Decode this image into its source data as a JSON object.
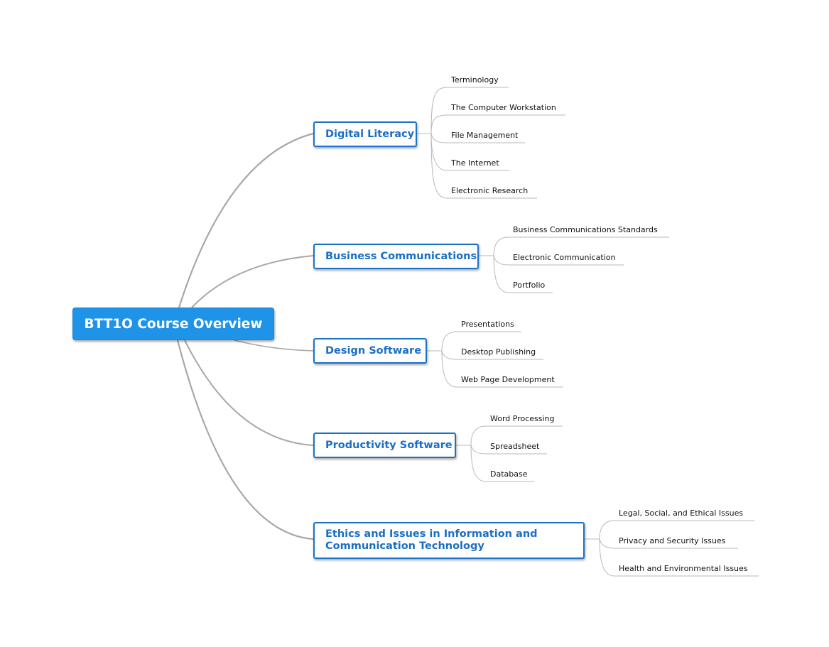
{
  "central_topic": {
    "label": "BTT1O Course Overview"
  },
  "topics": [
    {
      "name": "digital-literacy",
      "label": "Digital Literacy",
      "subtopics": [
        "Terminology",
        "The Computer Workstation",
        "File Management",
        "The Internet",
        "Electronic Research"
      ]
    },
    {
      "name": "business-communications",
      "label": "Business Communications",
      "subtopics": [
        "Business Communications Standards",
        "Electronic Communication",
        "Portfolio"
      ]
    },
    {
      "name": "design-software",
      "label": "Design Software",
      "subtopics": [
        "Presentations",
        "Desktop Publishing",
        "Web Page Development"
      ]
    },
    {
      "name": "productivity-software",
      "label": "Productivity Software",
      "subtopics": [
        "Word Processing",
        "Spreadsheet",
        "Database"
      ]
    },
    {
      "name": "ethics-and-issues",
      "label_lines": [
        "Ethics and Issues in Information and",
        "Communication Technology"
      ],
      "subtopics": [
        "Legal, Social, and Ethical Issues",
        "Privacy and Security Issues",
        "Health and Environmental Issues"
      ]
    }
  ],
  "colors": {
    "central_fill": "#1f93e8",
    "branch_border": "#1a73c9",
    "branch_text": "#1a6fc4",
    "connector": "#a8a8a8",
    "leaf_line": "#b8b8b8"
  }
}
